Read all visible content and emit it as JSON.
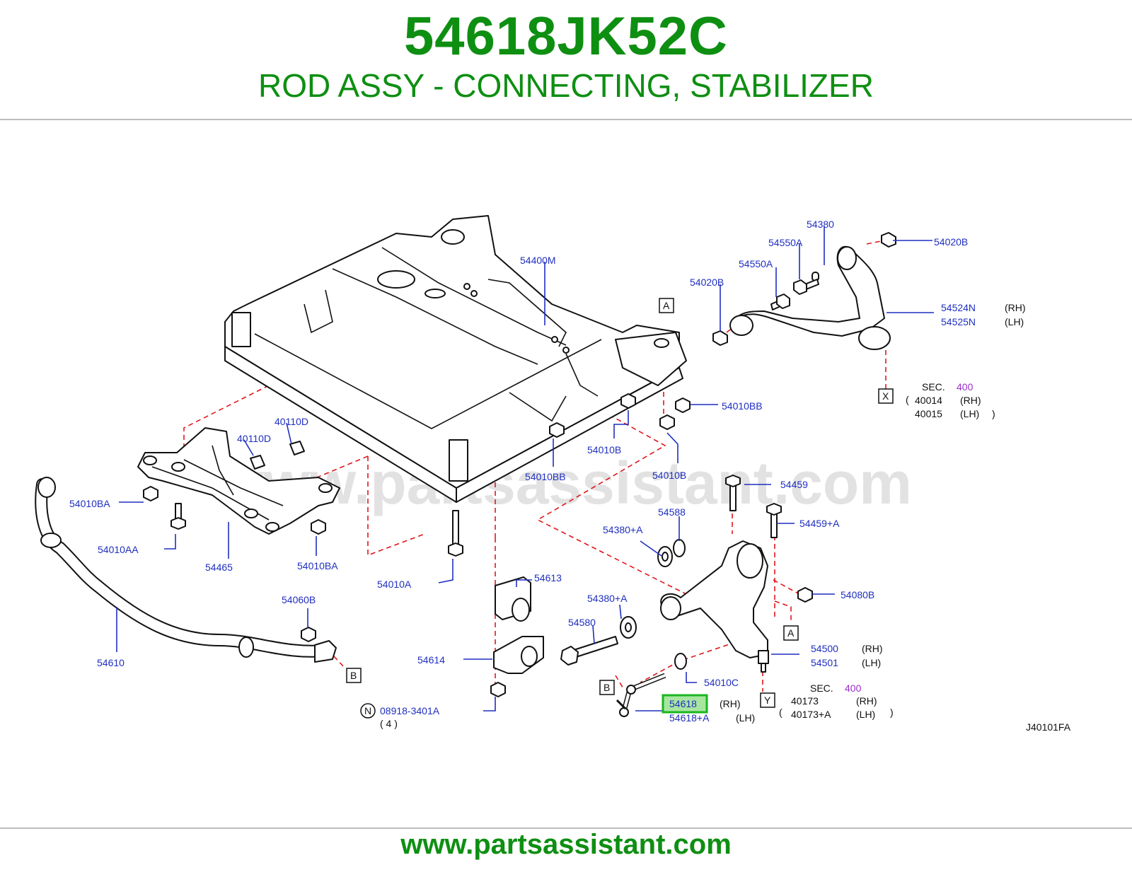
{
  "header": {
    "part_number": "54618JK52C",
    "description": "ROD ASSY - CONNECTING, STABILIZER"
  },
  "footer": {
    "url": "www.partsassistant.com"
  },
  "watermark": "www.partsassistant.com",
  "diagram": {
    "code": "J40101FA",
    "highlighted_part": "54618",
    "callouts": {
      "c54400M": "54400M",
      "c54380": "54380",
      "c54550A_1": "54550A",
      "c54550A_2": "54550A",
      "c54020B_1": "54020B",
      "c54020B_2": "54020B",
      "c54524N": "54524N",
      "c54525N": "54525N",
      "c54010BB_1": "54010BB",
      "c54010B_1": "54010B",
      "c54010BB_2": "54010BB",
      "c54010B_2": "54010B",
      "c40110D_1": "40110D",
      "c40110D_2": "40110D",
      "c54010BA_1": "54010BA",
      "c54010AA": "54010AA",
      "c54465": "54465",
      "c54010BA_2": "54010BA",
      "c54010A": "54010A",
      "c54459": "54459",
      "c54588": "54588",
      "c54380A_1": "54380+A",
      "c54459A": "54459+A",
      "c54613": "54613",
      "c54380A_2": "54380+A",
      "c54080B": "54080B",
      "c54580": "54580",
      "c54060B": "54060B",
      "c54610": "54610",
      "c54614": "54614",
      "c54500": "54500",
      "c54501": "54501",
      "c54010C": "54010C",
      "c54618": "54618",
      "c54618A": "54618+A",
      "c08918": "08918-3401A",
      "c40014": "40014",
      "c40015": "40015",
      "c40173": "40173",
      "c40173A": "40173+A"
    },
    "qty_note": "( 4 )",
    "side": {
      "rh": "(RH)",
      "lh": "(LH)"
    },
    "sec_label": "SEC.",
    "sec_number_1": "400",
    "sec_number_2": "400",
    "refs": {
      "A": "A",
      "B": "B",
      "X": "X",
      "Y": "Y",
      "N": "N"
    }
  },
  "colors": {
    "title_green": "#0e8f12",
    "label_blue": "#1f2fbf",
    "dash_red": "#e0161b",
    "sec_purple": "#9a2ec9",
    "highlight_green": "#19b61f",
    "highlight_fill": "#a8e6a0"
  }
}
